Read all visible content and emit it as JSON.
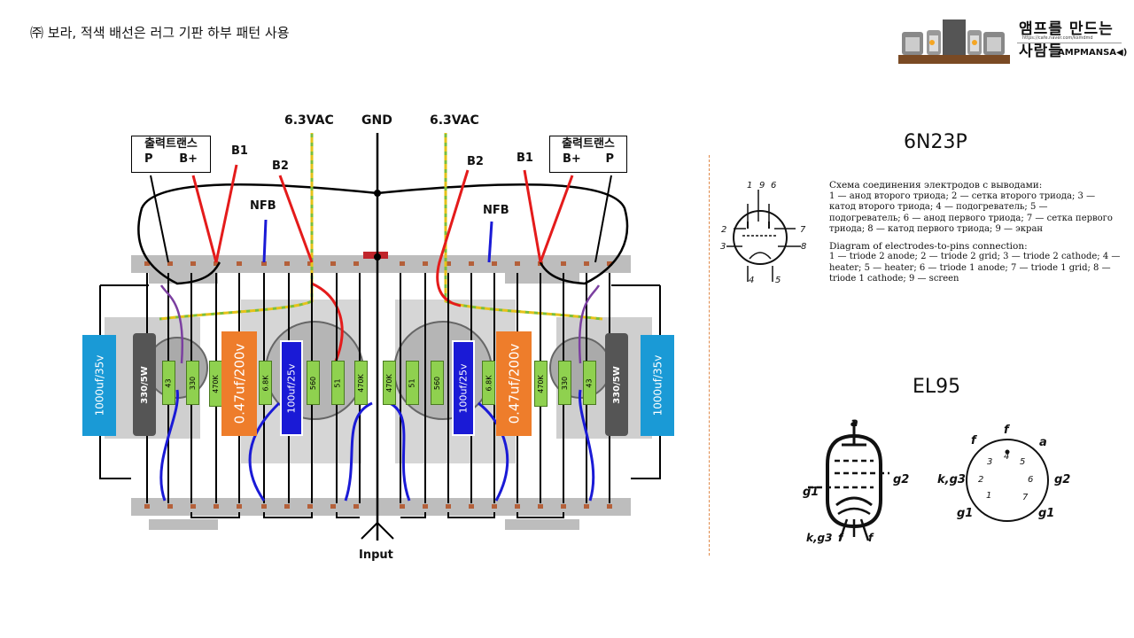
{
  "note": "㈜ 보라, 적색 배선은 러그 기판 하부 패턴 사용",
  "logo": {
    "title_ko": "앰프를 만드는 사람들",
    "url": "https://cafe.naver.com/ksmdmd",
    "brand": "AMPMANSA◀)"
  },
  "top_labels": {
    "v63_left": "6.3VAC",
    "gnd": "GND",
    "v63_right": "6.3VAC"
  },
  "left_box": {
    "title": "출력트랜스",
    "p": "P",
    "bplus": "B+"
  },
  "right_box": {
    "title": "출력트랜스",
    "bplus": "B+",
    "p": "P"
  },
  "wire_labels": {
    "b1_left": "B1",
    "b2_left": "B2",
    "nfb_left": "NFB",
    "b2_right": "B2",
    "nfb_right": "NFB",
    "b1_right": "B1"
  },
  "components_left": {
    "cap_big": "1000uf/35v",
    "res_big": "330/5W",
    "r43": "43",
    "r330": "330",
    "r470k": "470K",
    "cap_film": "0.47uf/200v",
    "r68k": "6.8K",
    "cap_elec": "100uf/25v",
    "r560": "560",
    "r51": "51",
    "r470k_in": "470K"
  },
  "components_right": {
    "r470k_in": "470K",
    "r51": "51",
    "r560": "560",
    "cap_elec": "100uf/25v",
    "r68k": "6.8K",
    "cap_film": "0.47uf/200v",
    "r470k": "470K",
    "r330": "330",
    "r43": "43",
    "res_big": "330/5W",
    "cap_big": "1000uf/35v"
  },
  "input_label": "Input",
  "tube1": {
    "name": "6N23P",
    "pins_top": [
      "1",
      "9",
      "6"
    ],
    "pins_side": [
      "2",
      "7",
      "3",
      "8"
    ],
    "pins_bottom": [
      "4",
      "5"
    ],
    "ru_head": "Схема соединения электродов с выводами:",
    "ru_body": "1 — анод второго триода; 2 — сетка второго триода; 3 — катод второго триода; 4 — подогреватель; 5 — подогреватель; 6 — анод первого триода; 7 — сетка первого триода; 8 — катод первого триода; 9 — экран",
    "en_head": "Diagram of electrodes-to-pins connection:",
    "en_body": "1 — triode 2 anode; 2 — triode 2 grid; 3 — triode 2 cathode; 4 — heater; 5 — heater; 6 — triode 1 anode; 7 — triode 1 grid; 8 — triode 1 cathode; 9 — screen"
  },
  "tube2": {
    "name": "EL95",
    "sym_a": "a",
    "sym_g2": "g2",
    "sym_g1": "g1",
    "sym_kg3": "k,g3",
    "sym_f1": "f",
    "sym_f2": "f",
    "base": {
      "f_tl": "f",
      "f_t": "f",
      "a": "a",
      "kg3": "k,g3",
      "g2": "g2",
      "g1_l": "g1",
      "g1_r": "g1",
      "p1": "1",
      "p2": "2",
      "p3": "3",
      "p4": "4",
      "p5": "5",
      "p6": "6",
      "p7": "7"
    }
  },
  "colors": {
    "red": "#e41b1b",
    "blue": "#1a1ad6",
    "purple": "#7b3fa0",
    "green": "#7bbf3a",
    "yellow": "#e6c21a",
    "cap_blue": "#1a9ad6",
    "cap_orange": "#ee7d2b",
    "res_gray": "#555555",
    "res_green": "#8fd14f",
    "cap_elec": "#1a1ad6"
  }
}
